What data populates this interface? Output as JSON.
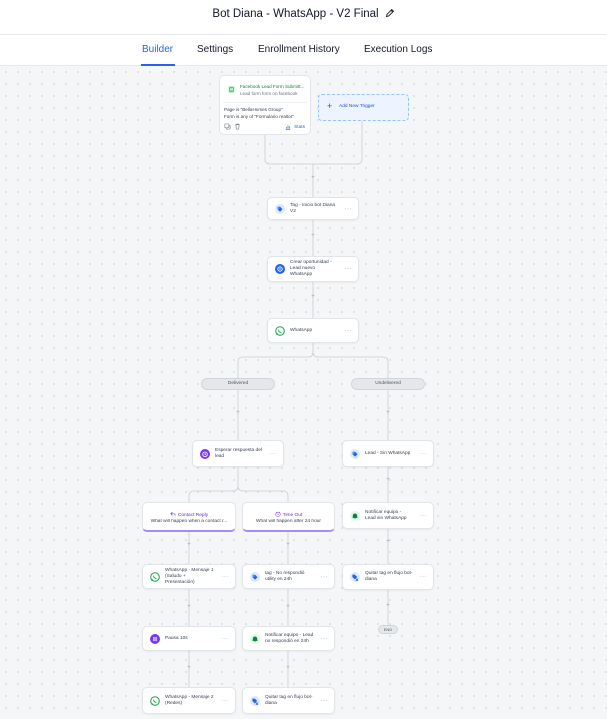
{
  "header": {
    "title": "Bot Diana - WhatsApp - V2 Final"
  },
  "tabs": [
    {
      "label": "Builder",
      "active": true
    },
    {
      "label": "Settings",
      "active": false
    },
    {
      "label": "Enrollment History",
      "active": false
    },
    {
      "label": "Execution Logs",
      "active": false
    }
  ],
  "trigger": {
    "title": "Facebook Lead Form Submitt...",
    "subtitle": "Lead form form on facebook",
    "filter_1": "Page is \"BellaHomes Group\"",
    "filter_2": "Form is any of \"Formulario realtor\"",
    "stats_label": "Stats",
    "add_label": "Add New Trigger"
  },
  "nodes": {
    "tag_inicio": "Tag - Inicio bot Diana V2",
    "crear_oportunidad": "Crear oportunidad - Lead nuevo WhatsApp",
    "whatsapp": "WhatsApp",
    "esperar": "Esperar respuesta del lead",
    "lead_sin_whatsapp": "Lead - Sin WhatsApp",
    "notificar_equipo_1": "Notificar equipo - Lead sin WhatsApp",
    "whatsapp_mensaje_1": "WhatsApp - Mensaje 1 (Saludo + Presentación)",
    "tag_no_respondio": "tag - No respondió utility en 24h",
    "quitar_tag_1": "Quitar tag en flujo bot-diana",
    "pausa": "Pausa 10s",
    "notificar_equipo_2": "Notificar equipo - Lead no respondió en 24h",
    "whatsapp_mensaje_2": "WhatsApp - Mensaje 2 (Redes)",
    "quitar_tag_2": "Quitar tag en flujo bot-diana"
  },
  "pills": {
    "delivered": "Delivered",
    "undelivered": "Undelivered",
    "end": "END"
  },
  "branches": {
    "contact_reply": {
      "title": "Contact Reply",
      "subtitle": "What will happen when a contact r..."
    },
    "time_out": {
      "title": "Time Out",
      "subtitle": "What will happen after 24 hour"
    }
  },
  "more_glyph": "···",
  "plus_glyph": "+",
  "icons": {
    "trigger": "form-icon",
    "tag": "tag-icon",
    "opportunity": "opportunity-icon",
    "whatsapp": "whatsapp-icon",
    "wait": "timer-icon",
    "notify": "bell-icon",
    "remove_tag": "remove-tag-icon",
    "pause": "pause-icon",
    "reply": "reply-icon",
    "timeout": "clock-icon",
    "edit": "pencil-icon"
  },
  "colors": {
    "accent": "#2563eb",
    "trigger_green": "#16a34a",
    "branch_purple": "#7c3aed",
    "line": "#c9cdd3"
  }
}
